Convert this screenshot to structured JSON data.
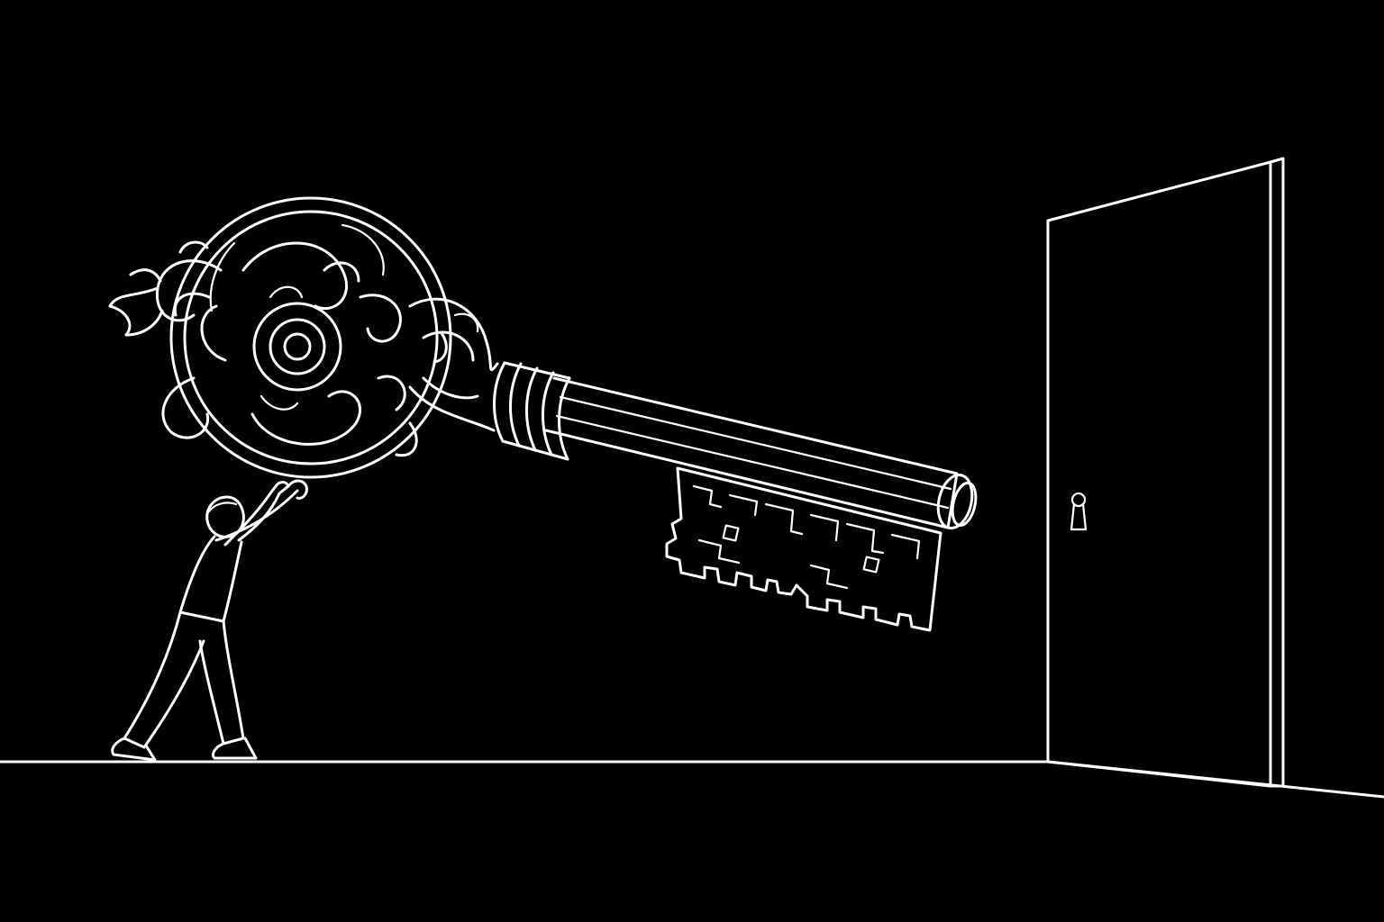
{
  "scene": {
    "background_color": "#000000",
    "line_color": "#ffffff",
    "elements": [
      {
        "name": "floor-line",
        "icon": "floor-line"
      },
      {
        "name": "person",
        "icon": "person-pushing-icon"
      },
      {
        "name": "giant-key",
        "icon": "ornate-key-icon"
      },
      {
        "name": "door",
        "icon": "open-door-icon"
      },
      {
        "name": "keyhole",
        "icon": "keyhole-icon"
      }
    ]
  }
}
